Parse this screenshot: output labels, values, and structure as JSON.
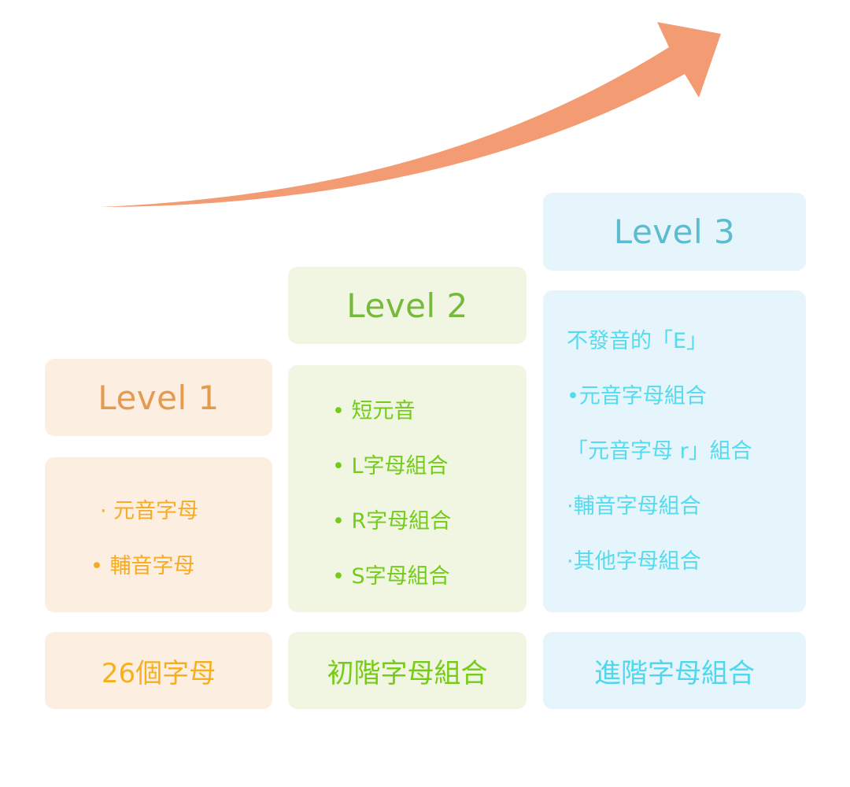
{
  "arrow_color": "#f39b72",
  "levels": [
    {
      "title": "Level 1",
      "items": [
        "· 元音字母",
        "• 輔音字母"
      ],
      "footer": "26個字母",
      "colors": {
        "bg": "#fdeee2",
        "text": "#f6ab24"
      }
    },
    {
      "title": "Level 2",
      "items": [
        "• 短元音",
        "• L字母組合",
        "• R字母組合",
        "• S字母組合"
      ],
      "footer": "初階字母組合",
      "colors": {
        "bg": "#f1f6e3",
        "text": "#74cc1a"
      }
    },
    {
      "title": "Level 3",
      "items": [
        "不發音的「E」",
        "•元音字母組合",
        "「元音字母 r」組合",
        "·輔音字母組合",
        "·其他字母組合"
      ],
      "footer": "進階字母組合",
      "colors": {
        "bg": "#e6f4fb",
        "text": "#55dbee"
      }
    }
  ]
}
